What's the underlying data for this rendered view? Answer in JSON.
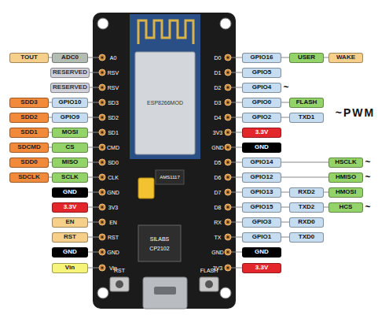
{
  "diagram": {
    "nodes": [
      {
        "text": [
          "TOUT"
        ]
      },
      {
        "text": [
          "ADC0"
        ]
      },
      {
        "text": [
          "RESERVED"
        ]
      },
      {
        "text": [
          "RESERVED"
        ]
      },
      {
        "text": [
          "SDD3"
        ]
      },
      {
        "text": [
          "GPIO10"
        ]
      },
      {
        "text": [
          "SDD2"
        ]
      },
      {
        "text": [
          "GPIO9"
        ]
      },
      {
        "text": [
          "SDD1"
        ]
      },
      {
        "text": [
          "MOSI"
        ]
      },
      {
        "text": [
          "SDCMD"
        ]
      },
      {
        "text": [
          "CS"
        ]
      },
      {
        "text": [
          "SDD0"
        ]
      },
      {
        "text": [
          "MISO"
        ]
      },
      {
        "text": [
          "SDCLK"
        ]
      },
      {
        "text": [
          "SCLK"
        ]
      },
      {
        "text": [
          "GND"
        ]
      },
      {
        "text": [
          "3.3V"
        ]
      },
      {
        "text": [
          "EN"
        ]
      },
      {
        "text": [
          "RST"
        ]
      },
      {
        "text": [
          "GND"
        ]
      },
      {
        "text": [
          "Vin"
        ]
      },
      {
        "text": [
          "GPIO16"
        ]
      },
      {
        "text": [
          "USER"
        ]
      },
      {
        "text": [
          "WAKE"
        ]
      },
      {
        "text": [
          "GPIO5"
        ]
      },
      {
        "text": [
          "GPIO4"
        ]
      },
      {
        "text": [
          "GPIO0"
        ]
      },
      {
        "text": [
          "FLASH"
        ]
      },
      {
        "text": [
          "GPIO2"
        ]
      },
      {
        "text": [
          "TXD1"
        ]
      },
      {
        "text": [
          "3.3V"
        ]
      },
      {
        "text": [
          "GND"
        ]
      },
      {
        "text": [
          "GPIO14"
        ]
      },
      {
        "text": [
          "HSCLK"
        ]
      },
      {
        "text": [
          "GPIO12"
        ]
      },
      {
        "text": [
          "HMISO"
        ]
      },
      {
        "text": [
          "GPIO13"
        ]
      },
      {
        "text": [
          "RXD2"
        ]
      },
      {
        "text": [
          "HMOSI"
        ]
      },
      {
        "text": [
          "GPIO15"
        ]
      },
      {
        "text": [
          "TXD2"
        ]
      },
      {
        "text": [
          "HCS"
        ]
      },
      {
        "text": [
          "GPIO3"
        ]
      },
      {
        "text": [
          "RXD0"
        ]
      },
      {
        "text": [
          "GPIO1"
        ]
      },
      {
        "text": [
          "TXD0"
        ]
      },
      {
        "text": [
          "GND"
        ]
      },
      {
        "text": [
          "3.3V"
        ]
      }
    ],
    "edges": [
      {
        "from": 0,
        "to": 1,
        "arrow": "none"
      },
      {
        "from": 4,
        "to": 5,
        "arrow": "none"
      },
      {
        "from": 6,
        "to": 7,
        "arrow": "none"
      },
      {
        "from": 8,
        "to": 9,
        "arrow": "none"
      },
      {
        "from": 10,
        "to": 11,
        "arrow": "none"
      },
      {
        "from": 12,
        "to": 13,
        "arrow": "none"
      },
      {
        "from": 14,
        "to": 15,
        "arrow": "none"
      },
      {
        "from": 22,
        "to": 23,
        "arrow": "none"
      },
      {
        "from": 23,
        "to": 24,
        "arrow": "none"
      },
      {
        "from": 27,
        "to": 28,
        "arrow": "none"
      },
      {
        "from": 29,
        "to": 30,
        "arrow": "none"
      },
      {
        "from": 33,
        "to": 34,
        "arrow": "none"
      },
      {
        "from": 35,
        "to": 36,
        "arrow": "none"
      },
      {
        "from": 37,
        "to": 38,
        "arrow": "none"
      },
      {
        "from": 38,
        "to": 39,
        "arrow": "none"
      },
      {
        "from": 40,
        "to": 41,
        "arrow": "none"
      },
      {
        "from": 41,
        "to": 42,
        "arrow": "none"
      },
      {
        "from": 43,
        "to": 44,
        "arrow": "none"
      },
      {
        "from": 45,
        "to": 46,
        "arrow": "none"
      }
    ],
    "labels": [
      "A0",
      "RSV",
      "RSV",
      "SD3",
      "SD2",
      "SD1",
      "CMD",
      "SD0",
      "CLK",
      "GND",
      "3V3",
      "EN",
      "RST",
      "GND",
      "Vin",
      "D0",
      "D1",
      "D2",
      "D3",
      "D4",
      "3V3",
      "GND",
      "D5",
      "D6",
      "D7",
      "D8",
      "RX",
      "TX",
      "GND",
      "3V3",
      "~",
      "~",
      "~",
      "~",
      "~PWM",
      "ESP8266MOD",
      "AMS1117",
      "SILABS",
      "CP2102",
      "RST",
      "FLASH"
    ]
  }
}
